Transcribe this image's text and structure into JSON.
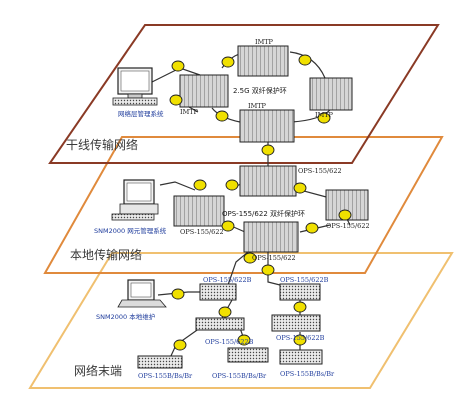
{
  "colors": {
    "top_plane_border": "#8a3a25",
    "mid_plane_border": "#e08a3c",
    "bottom_plane_border": "#f0c070",
    "line": "#333333",
    "coupler": "#f0e000",
    "rack": "#c8c8c8",
    "blue_label": "#1f3c9c"
  },
  "planes": {
    "backbone": {
      "title": "干线传输网络"
    },
    "local": {
      "title": "本地传输网络"
    },
    "terminal": {
      "title": "网络末端"
    }
  },
  "backbone": {
    "ring_label": "2.5G 双纤保护环",
    "mgmt_label": "网络层管理系统",
    "imtp_top": "IMTP",
    "imtp_left": "IMTP",
    "imtp_right": "IMTP",
    "imtp_bottom": "IMTP"
  },
  "local": {
    "ring_label": "OPS-155/622 双纤保护环",
    "mgmt_label": "SNM2000 网元管理系统",
    "node_right_top": "OPS-155/622",
    "node_right": "OPS-155/622",
    "node_left": "OPS-155/622",
    "node_bottom": "OPS-155/622"
  },
  "terminal": {
    "maint_label": "SNM2000 本地维护",
    "node_a": "OPS-155/622B",
    "node_b": "OPS-155/622B",
    "node_c": "OPS-155/622B",
    "node_d": "OPS-155/622B",
    "end_1": "OPS-155B/Bs/Br",
    "end_2": "OPS-155B/Bs/Br",
    "end_3": "OPS-155B/Bs/Br"
  }
}
